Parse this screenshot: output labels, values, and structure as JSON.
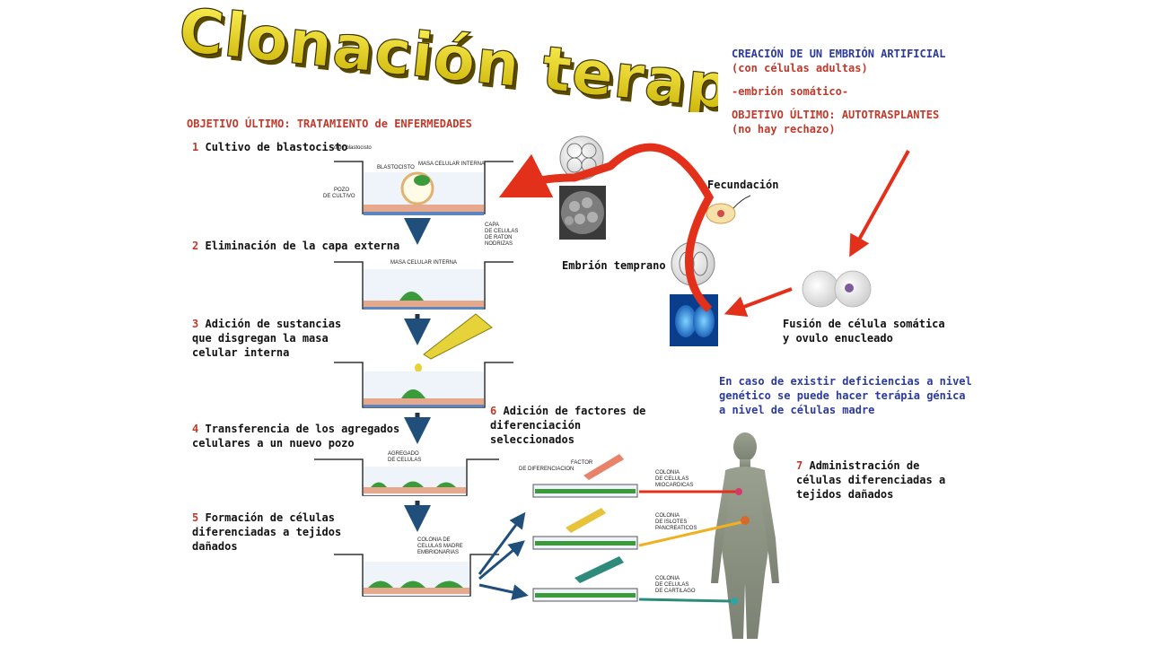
{
  "title": "Clonación terapéutica",
  "objective_left": "OBJETIVO ÚLTIMO: TRATAMIENTO de ENFERMEDADES",
  "right_panel": {
    "line1": "CREACIÓN DE UN EMBRIÓN ARTIFICIAL",
    "line2": "(con células adultas)",
    "line3": "-embrión somático-",
    "line4": "OBJETIVO ÚLTIMO: AUTOTRASPLANTES",
    "line5": "(no hay rechazo)"
  },
  "steps": [
    {
      "num": "1",
      "text": "Cultivo de blastocisto"
    },
    {
      "num": "2",
      "text": "Eliminación de la capa externa"
    },
    {
      "num": "3",
      "text": "Adición de sustancias\nque disgregan la masa\ncelular interna"
    },
    {
      "num": "4",
      "text": "Transferencia de los agregados\ncelulares a un nuevo pozo"
    },
    {
      "num": "5",
      "text": "Formación de células\ndiferenciadas a tejidos\ndañados"
    },
    {
      "num": "6",
      "text": "Adición de factores de\ndiferenciación\nseleccionados"
    },
    {
      "num": "7",
      "text": "Administración de\ncélulas diferenciadas a\ntejidos dañados"
    }
  ],
  "labels": {
    "fecundacion": "Fecundación",
    "embrion_temprano": "Embrión temprano",
    "fusion": "Fusión de célula somática\ny ovulo enucleado",
    "terapia": "En caso de existir deficiencias a nivel\ngenético se puede hacer terápia génica\na nivel de células madre"
  },
  "figure_labels": {
    "header": "o de blastocisto",
    "blastocisto": "BLASTOCISTO",
    "masa1": "MASA CELULAR INTERNA",
    "pozo1": "POZO",
    "pozo2": "DE CULTIVO",
    "capa1": "CAPA",
    "capa2": "DE CELULAS",
    "capa3": "DE RATON",
    "capa4": "NODRIZAS",
    "masa2": "MASA CELULAR INTERNA",
    "agregado1": "AGREGADO",
    "agregado2": "DE CELULAS",
    "colonia1": "COLONIA DE",
    "colonia2": "CELULAS MADRE",
    "colonia3": "EMBRIONARIAS",
    "factor1": "FACTOR",
    "factor2": "DE DIFERENCIACION",
    "mio1": "COLONIA",
    "mio2": "DE CELULAS",
    "mio3": "MIOCARDICAS",
    "pan1": "COLONIA",
    "pan2": "DE ISLOTES",
    "pan3": "PANCREATICOS",
    "car1": "COLONIA",
    "car2": "DE CELULAS",
    "car3": "DE CARTILAGO"
  },
  "colors": {
    "title_fill": "#e8e000",
    "arrow_red": "#e3301b",
    "heading_orange": "#c0392b",
    "text_blue": "#2c3a9a",
    "cell_green": "#3b9b3b"
  }
}
